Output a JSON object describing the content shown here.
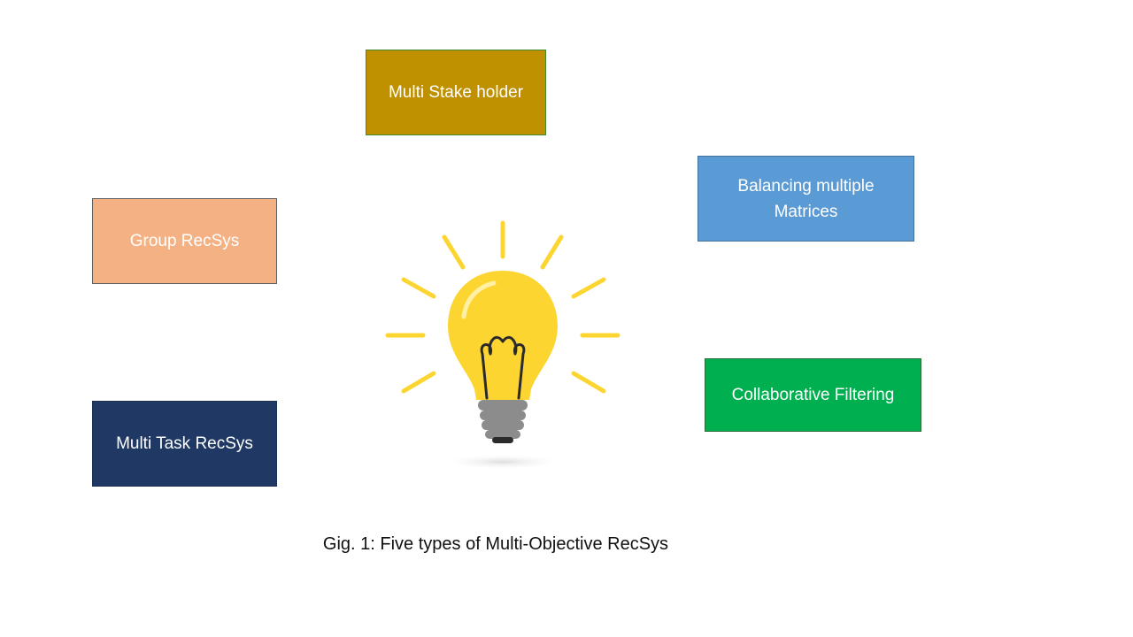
{
  "nodes": {
    "stake_holder": {
      "label": "Multi Stake holder",
      "color": "#bf9000"
    },
    "balancing": {
      "label": "Balancing multiple Matrices",
      "color": "#5b9bd5"
    },
    "group": {
      "label": "Group RecSys",
      "color": "#f4b183"
    },
    "collaborative": {
      "label": "Collaborative Filtering",
      "color": "#00b050"
    },
    "multi_task": {
      "label": "Multi Task RecSys",
      "color": "#1f3864"
    }
  },
  "center_icon": "lightbulb-icon",
  "colors": {
    "bulb_glass": "#fcd531",
    "bulb_rays": "#fcd531",
    "bulb_base": "#8c8c8c",
    "filament": "#2b2b2b"
  },
  "caption": "Gig. 1: Five types of Multi-Objective RecSys"
}
